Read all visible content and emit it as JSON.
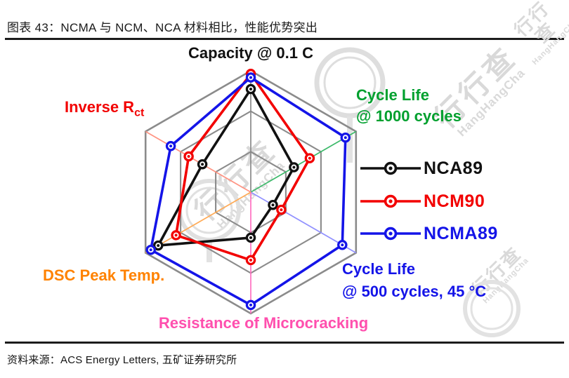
{
  "header": {
    "title": "图表 43：NCMA 与 NCM、NCA 材料相比，性能优势突出"
  },
  "footer": {
    "source": "资料来源：ACS Energy Letters, 五矿证券研究所"
  },
  "watermark": {
    "cn": "行行查",
    "en": "HangHangCha"
  },
  "chart_data": {
    "type": "radar",
    "title": "Capacity @ 0.1 C",
    "geometry": {
      "center_x": 357,
      "center_y": 274,
      "radius": 173,
      "start_axis_angle_deg": 90,
      "direction": "clockwise"
    },
    "rings": [
      0.333,
      0.667,
      1.0
    ],
    "grid_color": "#8b8b8b",
    "axis_scale": "normalized 0-1 of radar radius (no tick labels shown)",
    "axes": [
      {
        "id": "capacity",
        "label": "Capacity @ 0.1 C",
        "color": "#111111",
        "spoke_color": "#888888"
      },
      {
        "id": "cycle_life_1000",
        "label_line1": "Cycle Life",
        "label_line2": "@ 1000 cycles",
        "color": "#00a02e",
        "spoke_color": "#3cb96a"
      },
      {
        "id": "cycle_life_500",
        "label_line1": "Cycle Life",
        "label_line2": "@ 500 cycles, 45 °C",
        "color": "#1414e8",
        "spoke_color": "#9191ff"
      },
      {
        "id": "microcracking",
        "label": "Resistance of Microcracking",
        "color": "#ff4fae",
        "spoke_color": "#ff70c0"
      },
      {
        "id": "dsc_peak_temp",
        "label": "DSC Peak Temp.",
        "color": "#ff8200",
        "spoke_color": "#ffab57"
      },
      {
        "id": "inverse_rct",
        "label_main": "Inverse R",
        "label_sub": "ct",
        "color": "#f20000",
        "spoke_color": "#ff9382"
      }
    ],
    "series": [
      {
        "name": "NCA89",
        "color": "#111111",
        "values": [
          0.85,
          0.41,
          0.21,
          0.375,
          0.88,
          0.46
        ]
      },
      {
        "name": "NCM90",
        "color": "#f20000",
        "values": [
          0.975,
          0.56,
          0.29,
          0.56,
          0.71,
          0.59
        ]
      },
      {
        "name": "NCMA89",
        "color": "#1414e8",
        "values": [
          0.945,
          0.9,
          0.87,
          0.93,
          0.95,
          0.76
        ]
      }
    ],
    "legend_position": "right"
  }
}
